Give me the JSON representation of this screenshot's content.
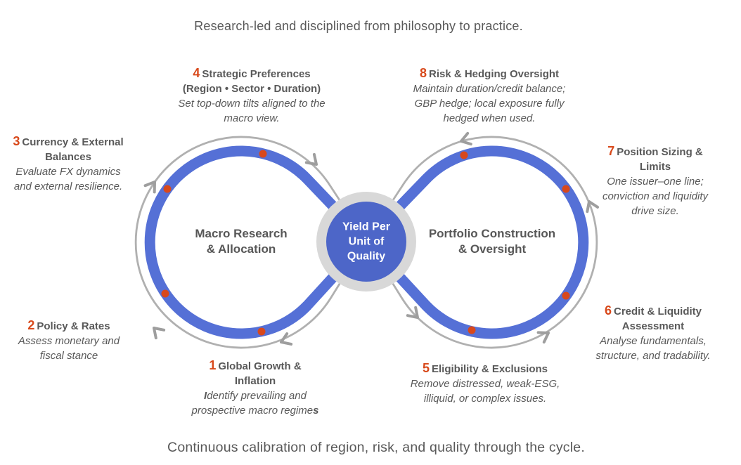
{
  "header": {
    "title": "Research-led and disciplined from philosophy to practice."
  },
  "footer": {
    "caption": "Continuous calibration of region, risk, and quality through the cycle."
  },
  "diagram": {
    "center_badge": {
      "line1": "Yield Per",
      "line2": "Unit of",
      "line3": "Quality"
    },
    "left_loop": {
      "title_line1": "Macro Research",
      "title_line2": "& Allocation"
    },
    "right_loop": {
      "title_line1": "Portfolio Construction",
      "title_line2": "& Oversight"
    },
    "steps": [
      {
        "num": "1",
        "title": "Global Growth & Inflation",
        "body_bold_start": "I",
        "body_main": "dentify prevailing and prospective macro regime",
        "body_bold_end": "s"
      },
      {
        "num": "2",
        "title": "Policy & Rates",
        "body": "Assess monetary and fiscal stance"
      },
      {
        "num": "3",
        "title": "Currency & External",
        "title2": "Balances",
        "body": "Evaluate FX dynamics and external resilience."
      },
      {
        "num": "4",
        "title": "Strategic Preferences",
        "title2": "(Region • Sector • Duration)",
        "body": "Set top-down tilts aligned to the macro view."
      },
      {
        "num": "5",
        "title": "Eligibility & Exclusions",
        "body": "Remove distressed, weak-ESG, illiquid, or complex issues."
      },
      {
        "num": "6",
        "title": "Credit & Liquidity",
        "title2": "Assessment",
        "body": "Analyse fundamentals, structure, and tradability."
      },
      {
        "num": "7",
        "title": "Position Sizing & Limits",
        "body": "One issuer–one line; conviction and liquidity drive size."
      },
      {
        "num": "8",
        "title": "Risk & Hedging Oversight",
        "body": "Maintain duration/credit balance; GBP hedge; local exposure fully hedged when used."
      }
    ]
  },
  "colors": {
    "loop_blue": "#5570D6",
    "badge_blue": "#4D66C8",
    "badge_ring_gray": "#D8D8D8",
    "arrow_gray": "#B0B0B0",
    "arrowhead_gray": "#9E9E9E",
    "step_number_orange": "#D8491B",
    "marker_orange": "#D8481C",
    "text_gray": "#595959"
  }
}
